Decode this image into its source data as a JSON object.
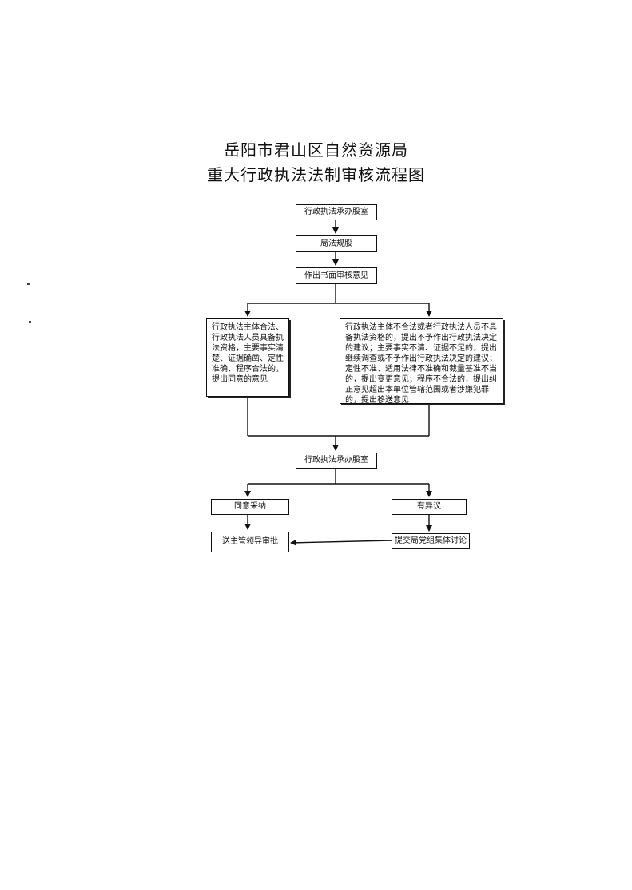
{
  "title": {
    "line1": "岳阳市君山区自然资源局",
    "line2": "重大行政执法法制审核流程图"
  },
  "nodes": {
    "n1": "行政执法承办股室",
    "n2": "局法规股",
    "n3": "作出书面审核意见",
    "left_branch": "行政执法主体合法、行政执法人员具备执法资格，主要事实清楚、证据确凿、定性准确、程序合法的，提出同意的意见",
    "right_branch": "行政执法主体不合法或者行政执法人员不具备执法资格的，提出不予作出行政执法决定的建议；主要事实不清、证据不足的，提出继续调查或不予作出行政执法决定的建议；定性不准、适用法律不准确和裁量基准不当的，提出变更意见；程序不合法的，提出纠正意见超出本单位管辖范围或者涉嫌犯罪的，提出移送意见",
    "n4": "行政执法承办股室",
    "agree": "同意采纳",
    "objection": "有异议",
    "approve": "送主管领导审批",
    "discuss": "提交局党组集体讨论"
  }
}
